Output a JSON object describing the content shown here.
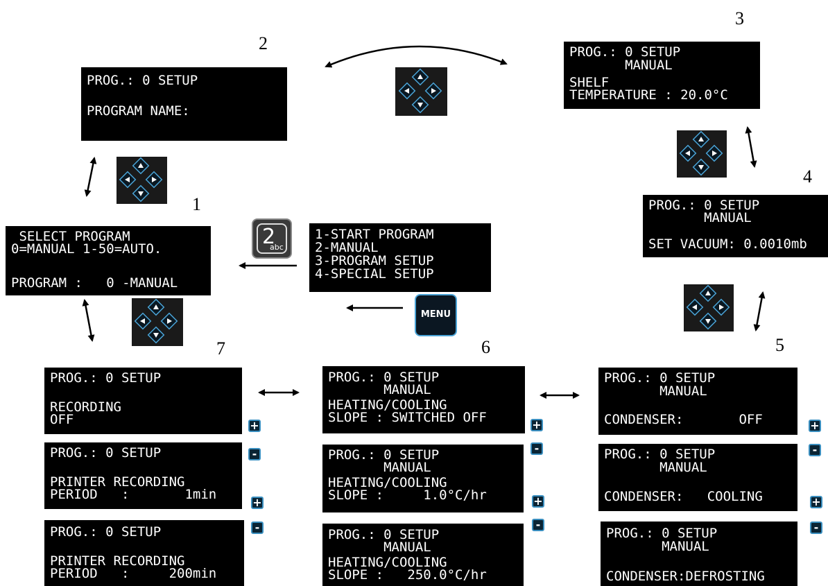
{
  "steps": [
    "1",
    "2",
    "3",
    "4",
    "5",
    "6",
    "7"
  ],
  "screens": {
    "menu": [
      "1-START PROGRAM",
      "2-MANUAL",
      "3-PROGRAM SETUP",
      "4-SPECIAL SETUP"
    ],
    "s1": [
      " SELECT PROGRAM",
      "0=MANUAL 1-50=AUTO.",
      "",
      "PROGRAM :   0 -MANUAL"
    ],
    "s2": [
      "PROG.: 0 SETUP",
      "",
      "PROGRAM NAME:"
    ],
    "s3": [
      "PROG.: 0 SETUP",
      "       MANUAL",
      "SHELF",
      "TEMPERATURE : 20.0°C"
    ],
    "s4": [
      "PROG.: 0 SETUP",
      "       MANUAL",
      "",
      "SET VACUUM: 0.0010mb"
    ],
    "s5a": [
      "PROG.: 0 SETUP",
      "       MANUAL",
      "",
      "CONDENSER:       OFF"
    ],
    "s5b": [
      "PROG.: 0 SETUP",
      "       MANUAL",
      "",
      "CONDENSER:   COOLING"
    ],
    "s5c": [
      "PROG.: 0 SETUP",
      "       MANUAL",
      "",
      "CONDENSER:DEFROSTING"
    ],
    "s6a": [
      "PROG.: 0 SETUP",
      "       MANUAL",
      "HEATING/COOLING",
      "SLOPE : SWITCHED OFF"
    ],
    "s6b": [
      "PROG.: 0 SETUP",
      "       MANUAL",
      "HEATING/COOLING",
      "SLOPE :     1.0°C/hr"
    ],
    "s6c": [
      "PROG.: 0 SETUP",
      "       MANUAL",
      "HEATING/COOLING",
      "SLOPE :   250.0°C/hr"
    ],
    "s7a": [
      "PROG.: 0 SETUP",
      "",
      "RECORDING",
      "OFF"
    ],
    "s7b": [
      "PROG.: 0 SETUP",
      "",
      "PRINTER RECORDING",
      "PERIOD   :       1min"
    ],
    "s7c": [
      "PROG.: 0 SETUP",
      "",
      "PRINTER RECORDING",
      "PERIOD   :     200min"
    ]
  },
  "keys": {
    "menu_label": "MENU",
    "two_label": "2",
    "abc_label": "abc",
    "plus": "+",
    "minus": "-"
  },
  "colors": {
    "screen_bg": "#000000",
    "screen_text": "#ffffff",
    "key_accent": "#3a8fc0"
  }
}
